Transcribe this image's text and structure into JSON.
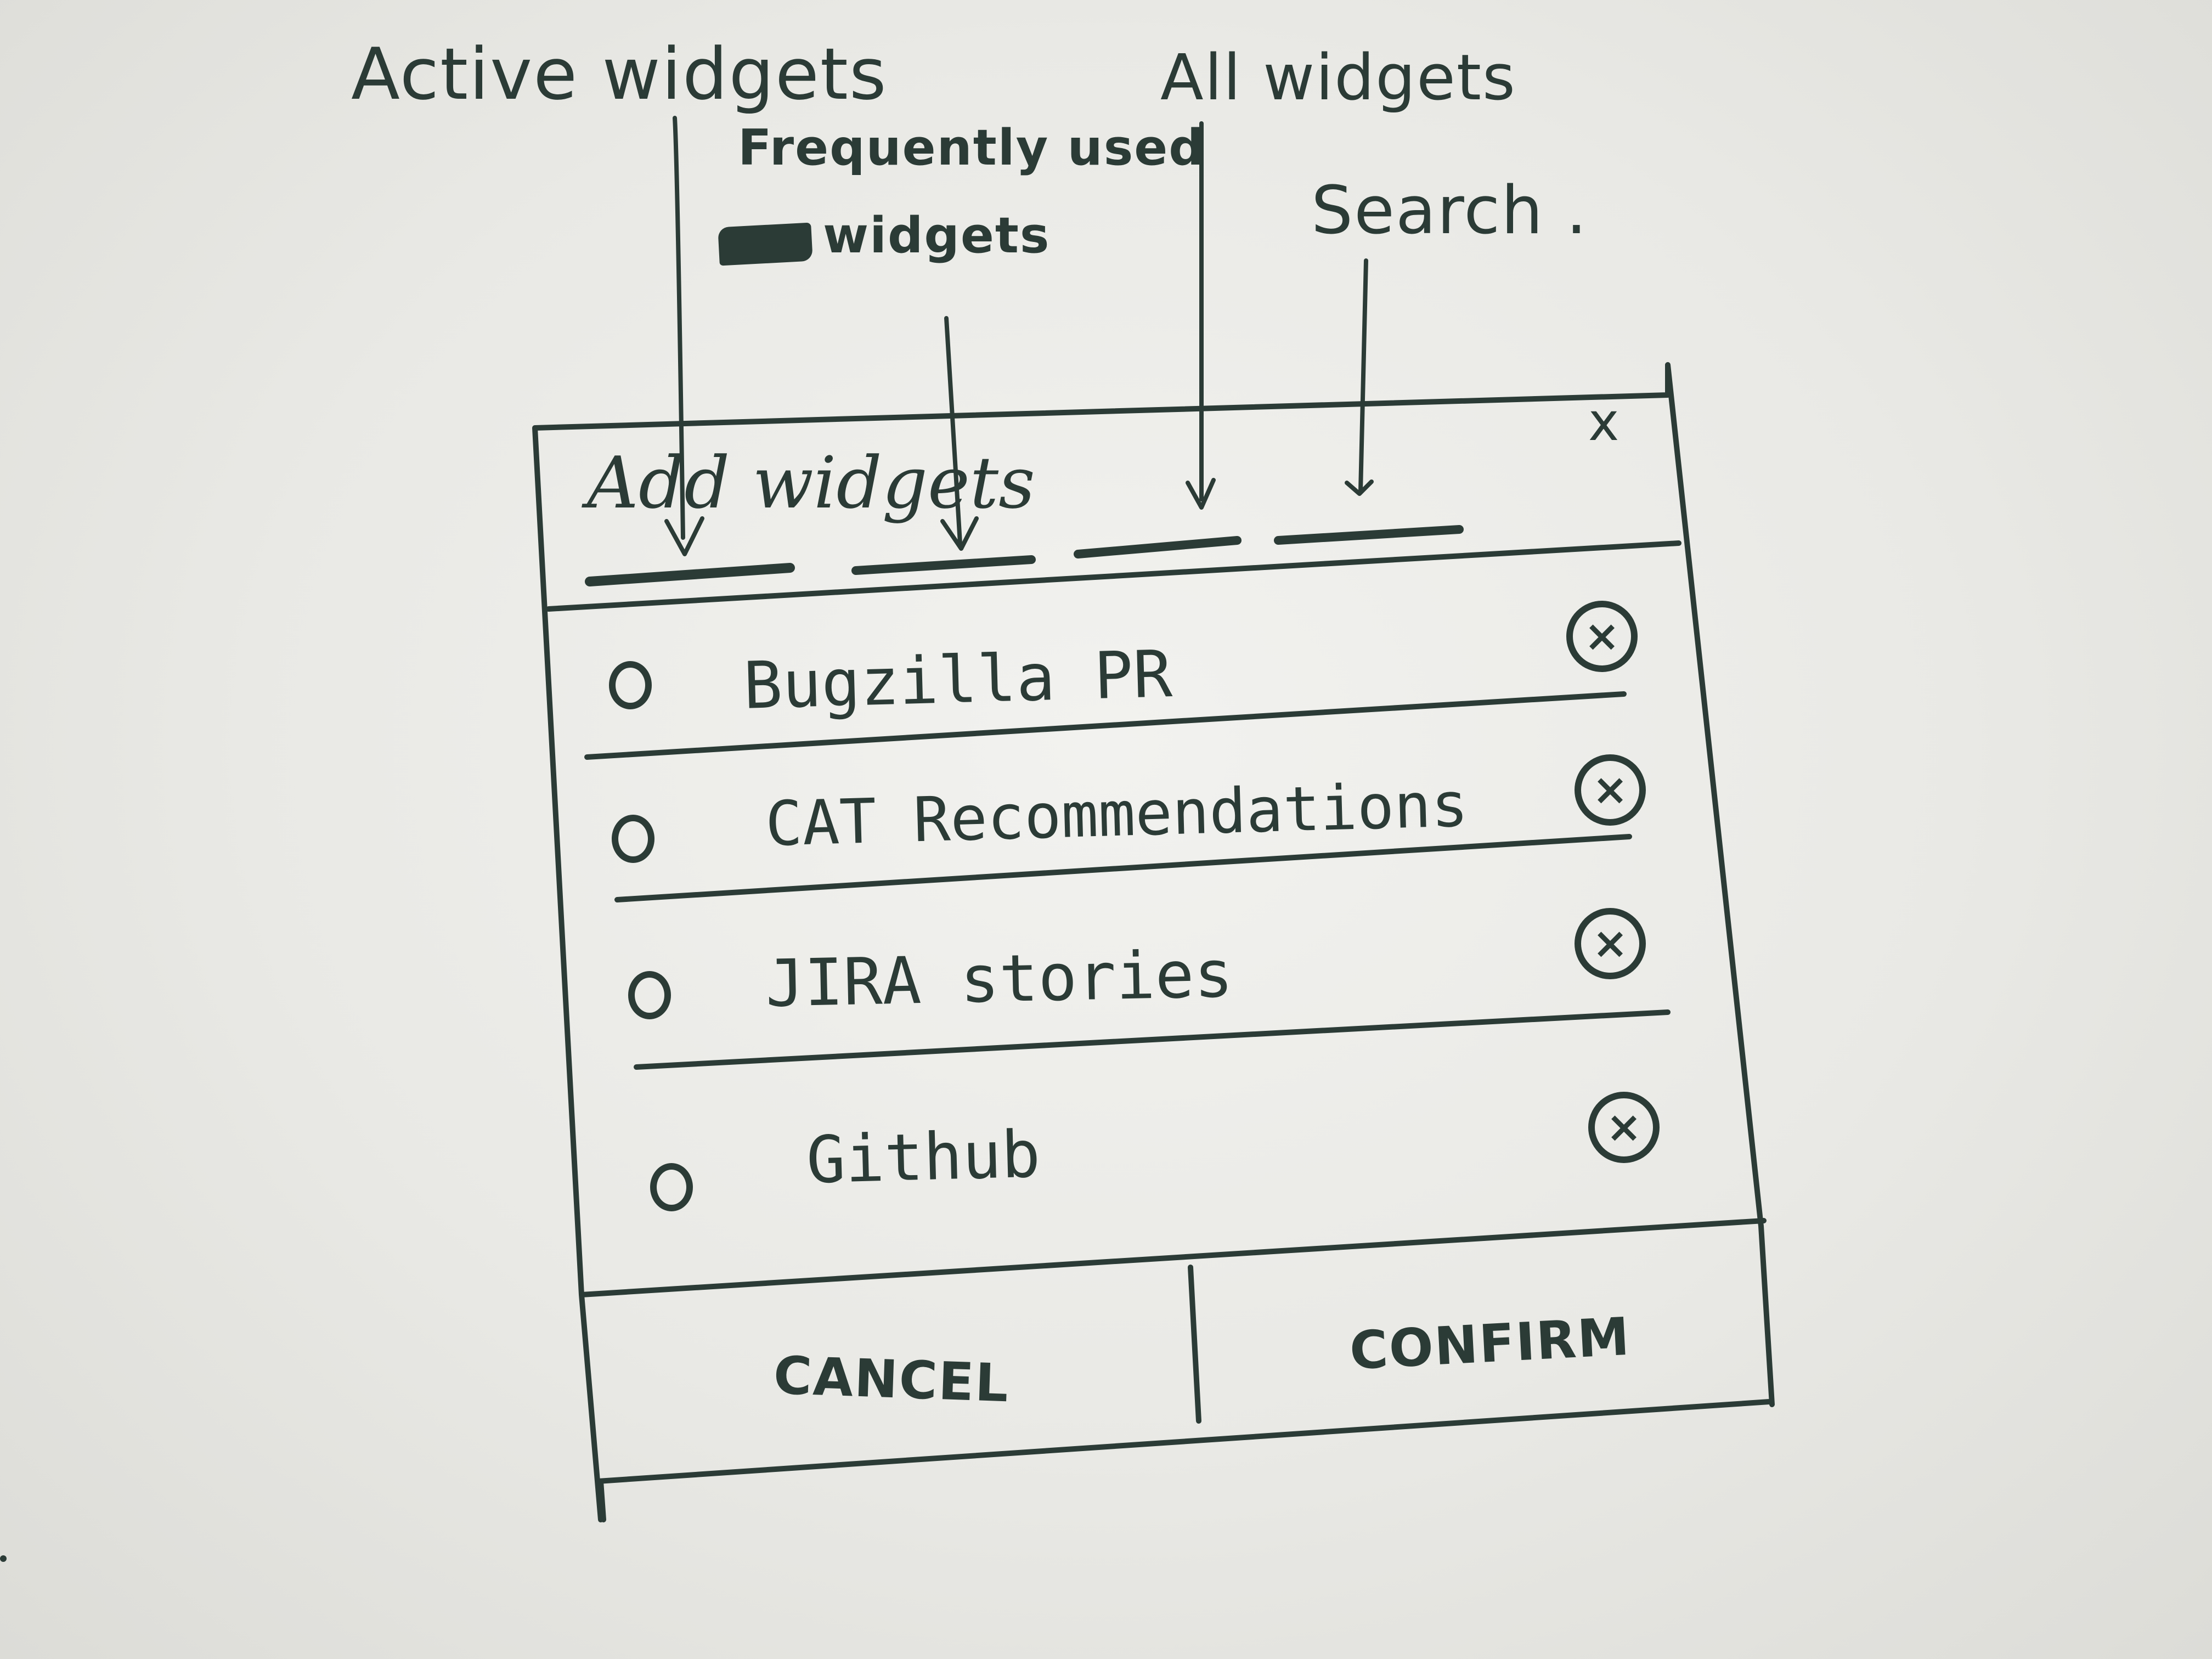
{
  "annotations": {
    "active_widgets": "Active widgets",
    "frequently_used_line1": "Frequently used",
    "frequently_used_line2": "widgets",
    "all_widgets": "All widgets",
    "search": "Search ."
  },
  "dialog": {
    "title": "Add widgets",
    "close_label": "x",
    "tabs": [
      {
        "label": "Active widgets"
      },
      {
        "label": "Frequently used widgets"
      },
      {
        "label": "All widgets"
      },
      {
        "label": "Search"
      }
    ],
    "items": [
      {
        "label": "Bugzilla PR"
      },
      {
        "label": "CAT Recommendations"
      },
      {
        "label": "JIRA stories"
      },
      {
        "label": "Github"
      }
    ],
    "remove_icon": "circled-x-icon",
    "cancel_label": "CANCEL",
    "confirm_label": "CONFIRM"
  },
  "ink_color": "#2b3b36",
  "paper_color": "#eaeae6"
}
